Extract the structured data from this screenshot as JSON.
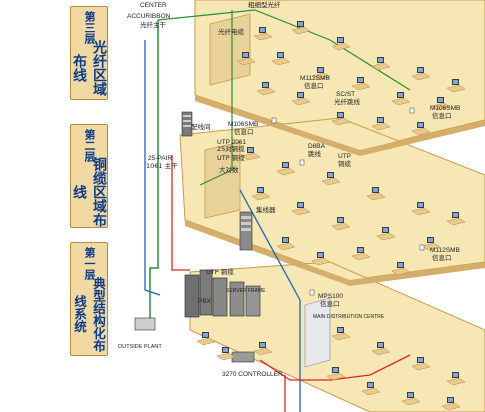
{
  "floors": [
    {
      "level": "第三层",
      "name": "光纤区域布线"
    },
    {
      "level": "第二层",
      "name": "铜缆区域布线"
    },
    {
      "level": "第一层",
      "name": "典型结构化布线系统"
    }
  ],
  "labels": {
    "center": "CENTER",
    "backbone_fiber": "粗细型光纤",
    "fiber_cable": "光纤电缆",
    "accuribbon": "ACCURIBBON",
    "fiber_trunk": "光纤主干",
    "m112smb": "M112SMB",
    "info_outlet": "信息口",
    "scst": "SC/ST",
    "fiber_jumper": "光纤跳线",
    "m106smb": "M106SMB",
    "patch_room": "配线间",
    "utp2061": "UTP 2061",
    "pair25": "25对铜缆",
    "pair25_en": "25-PAIR",
    "trunk_1061": "1061 主干",
    "utp_cable": "UTP 铜缆",
    "large_pair": "大对数",
    "d8ba": "D8BA",
    "jumper": "跳线",
    "utp": "UTP",
    "cable": "铜缆",
    "hub": "集线器",
    "utp_cable2": "UTP 铜缆",
    "mps100": "MPS100",
    "main_dist": "MAIN DISTRIBUTION CENTRE",
    "outside_plant": "OUTSIDE PLANT",
    "pbx": "PBX",
    "server_frame": "SERVER FRAME",
    "controller": "3270 CONTROLLER"
  },
  "colors": {
    "floor_fill": "#f6e7b4",
    "floor_edge": "#c99a47",
    "fiber_line": "#2a8f3a",
    "copper_line": "#d8262a",
    "blue_line": "#1f63b8",
    "brand_blue": "#0d3b8b"
  }
}
